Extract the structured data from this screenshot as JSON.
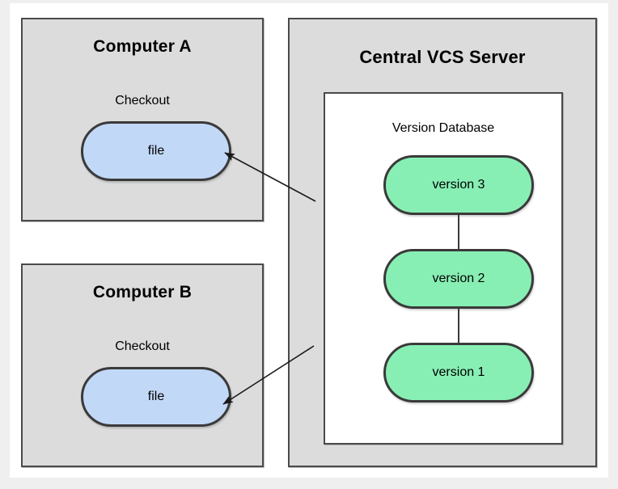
{
  "diagram": {
    "title_hidden": "",
    "background_color": "#efefef",
    "canvas_color": "#ffffff"
  },
  "panels": {
    "computer_a": {
      "title": "Computer A",
      "checkout_label": "Checkout",
      "file_label": "file",
      "fill_color": "#dcdcdc",
      "file_color": "#c2d8f7"
    },
    "computer_b": {
      "title": "Computer B",
      "checkout_label": "Checkout",
      "file_label": "file",
      "fill_color": "#dcdcdc",
      "file_color": "#c2d8f7"
    },
    "server": {
      "title": "Central VCS Server",
      "database_label": "Version Database",
      "fill_color": "#dcdcdc",
      "database_fill_color": "#ffffff",
      "version_color": "#88efb4",
      "versions": [
        {
          "label": "version 3"
        },
        {
          "label": "version 2"
        },
        {
          "label": "version 1"
        }
      ]
    }
  },
  "arrows": [
    {
      "name": "server-to-computer-a",
      "from": "Central VCS Server",
      "to": "Computer A file"
    },
    {
      "name": "server-to-computer-b",
      "from": "Central VCS Server",
      "to": "Computer B file"
    }
  ]
}
